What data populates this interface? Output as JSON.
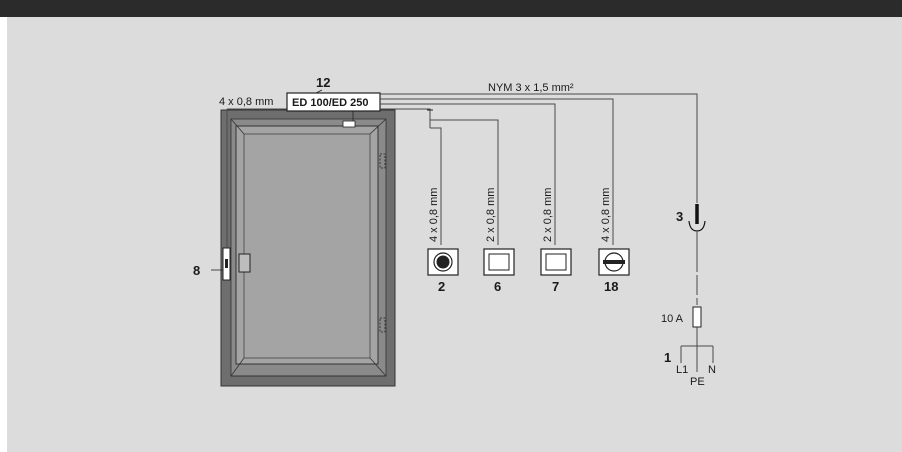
{
  "colors": {
    "top_bar": "#2b2b2b",
    "background": "#dcdcdc",
    "door_frame": "#6e6e6e",
    "door_leaf": "#a4a4a4",
    "wire": "#4a4a4a"
  },
  "drive_unit": {
    "number": "12",
    "label": "ED 100/ED 250",
    "cable_left": "4 x 0,8 mm"
  },
  "mains_cable": "NYM 3 x 1,5 mm²",
  "door_contact": {
    "number": "8",
    "icon": "door-contact-icon"
  },
  "devices": [
    {
      "number": "2",
      "cable": "4 x 0,8 mm",
      "icon": "push-button-icon"
    },
    {
      "number": "6",
      "cable": "2 x 0,8 mm",
      "icon": "switch-box-icon"
    },
    {
      "number": "7",
      "cable": "2 x 0,8 mm",
      "icon": "switch-box-icon"
    },
    {
      "number": "18",
      "cable": "4 x 0,8 mm",
      "icon": "key-switch-icon"
    }
  ],
  "junction": {
    "number": "3",
    "icon": "junction-hook-icon"
  },
  "fuse": {
    "label": "10 A",
    "icon": "fuse-icon"
  },
  "supply": {
    "number": "1",
    "l1": "L1",
    "pe": "PE",
    "n": "N"
  }
}
